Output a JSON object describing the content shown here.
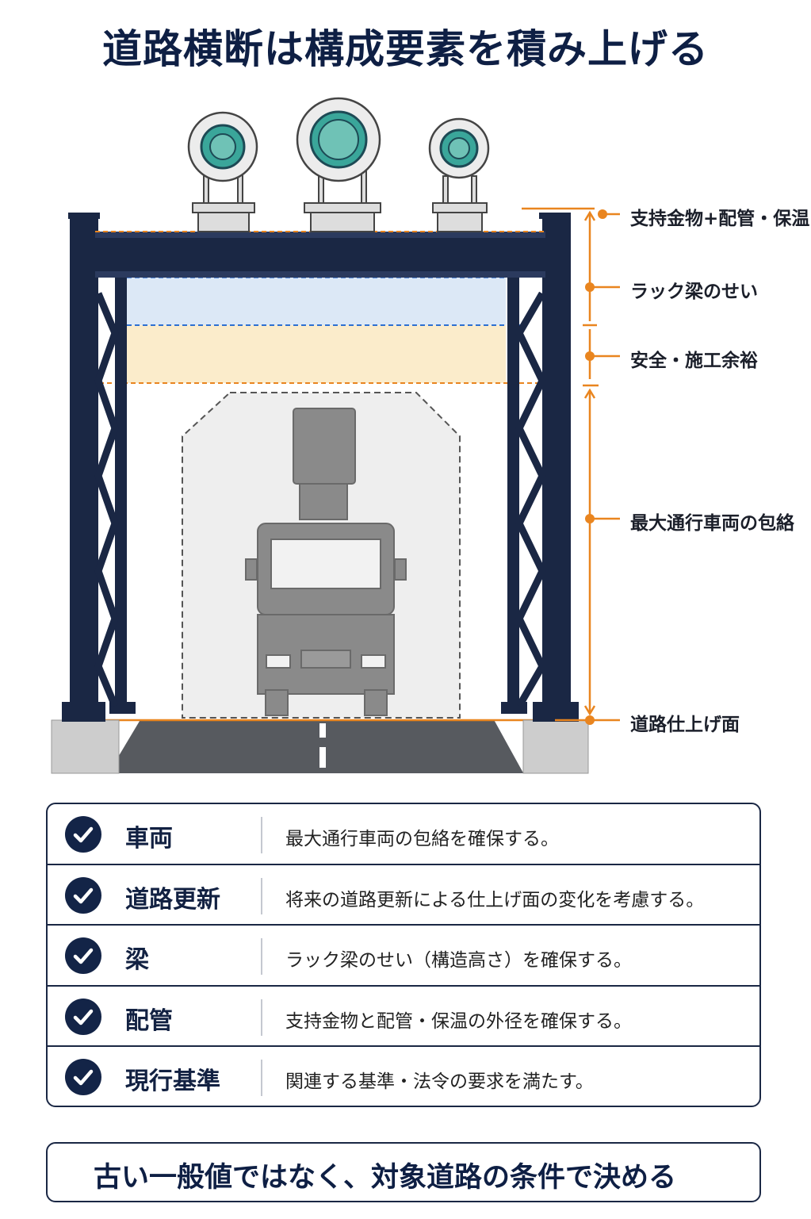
{
  "title": "道路横断は構成要素を積み上げる",
  "labels": {
    "support": "支持金物+配管・保温",
    "beam": "ラック梁のせい",
    "margin": "安全・施工余裕",
    "envelope": "最大通行車両の包絡",
    "road": "道路仕上げ面"
  },
  "colors": {
    "accent": "#e9851f",
    "navy": "#1a2744",
    "beam_zone": "#dce8f6",
    "margin_zone": "#fbeccb"
  },
  "rows": [
    {
      "term": "車両",
      "desc": "最大通行車両の包絡を確保する。"
    },
    {
      "term": "道路更新",
      "desc": "将来の道路更新による仕上げ面の変化を考慮する。"
    },
    {
      "term": "梁",
      "desc": "ラック梁のせい（構造高さ）を確保する。"
    },
    {
      "term": "配管",
      "desc": "支持金物と配管・保温の外径を確保する。"
    },
    {
      "term": "現行基準",
      "desc": "関連する基準・法令の要求を満たす。"
    }
  ],
  "footer": "古い一般値ではなく、対象道路の条件で決める",
  "icons": {
    "row_check": "check-circle-icon"
  }
}
